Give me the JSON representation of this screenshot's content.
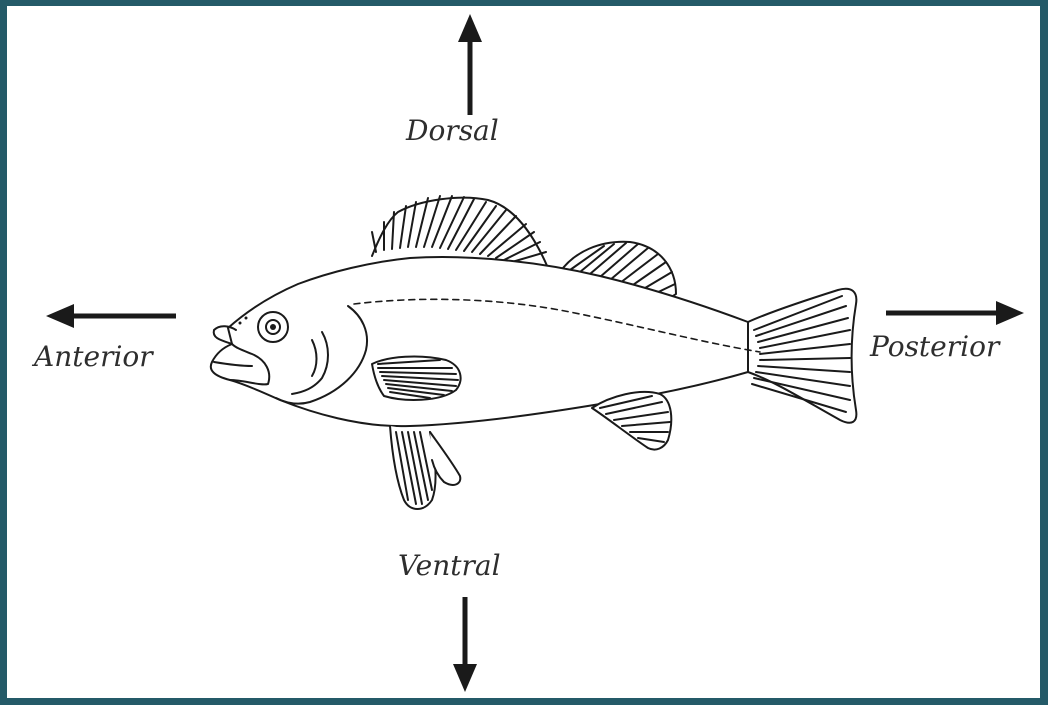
{
  "colors": {
    "border": "#245a68",
    "background": "#ffffff",
    "ink": "#1a1a1a"
  },
  "directions": {
    "dorsal": "Dorsal",
    "ventral": "Ventral",
    "anterior": "Anterior",
    "posterior": "Posterior"
  },
  "icons": {
    "arrow_up": "arrow-up-icon",
    "arrow_down": "arrow-down-icon",
    "arrow_left": "arrow-left-icon",
    "arrow_right": "arrow-right-icon",
    "fish": "fish-illustration"
  }
}
